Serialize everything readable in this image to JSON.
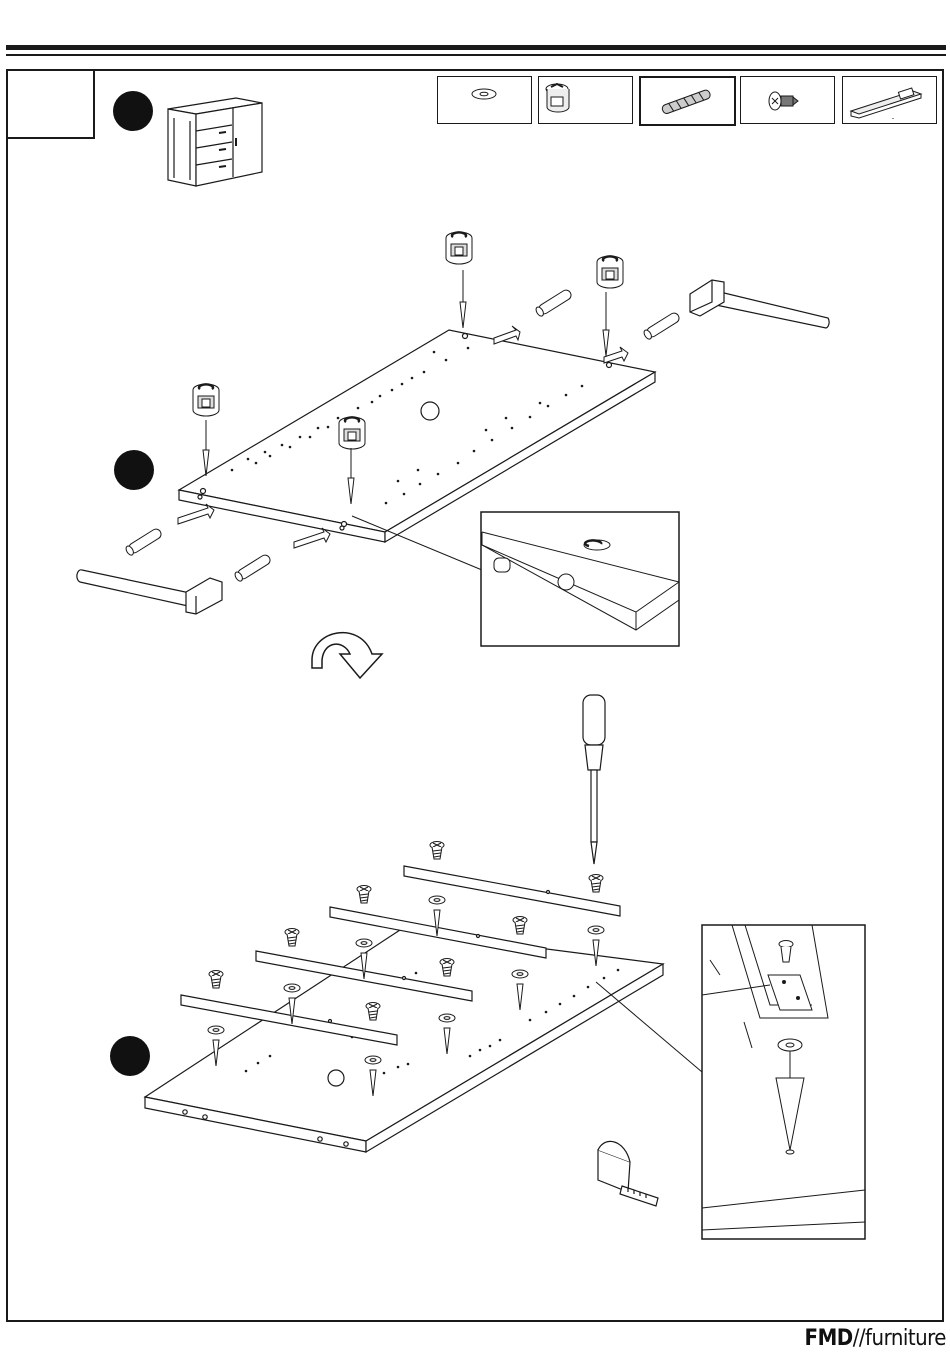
{
  "header": {
    "step_number": ""
  },
  "parts": [
    {
      "name": "washer",
      "icon": "washer-icon"
    },
    {
      "name": "cam-lock",
      "icon": "cam-lock-icon"
    },
    {
      "name": "wooden-dowel",
      "icon": "dowel-icon"
    },
    {
      "name": "screw",
      "icon": "screw-icon"
    },
    {
      "name": "drawer-runner",
      "icon": "drawer-runner-icon"
    }
  ],
  "steps": [
    {
      "id": "overview",
      "icon": "dresser-icon"
    },
    {
      "id": "panel-cam-dowels",
      "icon": "panel-icon"
    },
    {
      "id": "panel-runners",
      "icon": "panel-icon"
    }
  ],
  "colors": {
    "ink": "#1a1a1a",
    "paper": "#ffffff"
  },
  "brand": {
    "bold": "FMD",
    "regular": "//furniture"
  }
}
